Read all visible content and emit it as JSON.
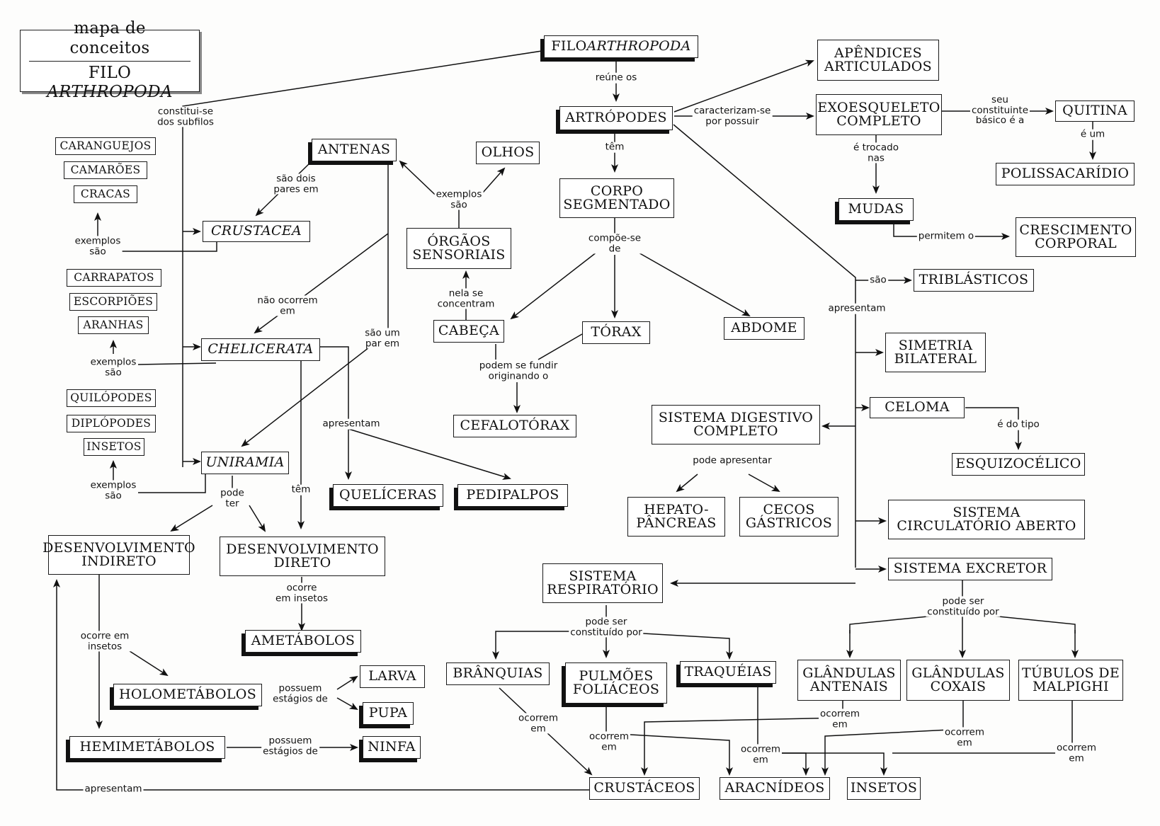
{
  "title": {
    "line1": "mapa de conceitos",
    "line2_prefix": "FILO ",
    "line2_italic": "ARTHROPODA"
  },
  "nodes": {
    "filo": {
      "prefix": "FILO ",
      "italic": "ARTHROPODA"
    },
    "artropodes": "ARTRÓPODES",
    "corpo": "CORPO\nSEGMENTADO",
    "apendices": "APÊNDICES\nARTICULADOS",
    "exoesqueleto": "EXOESQUELETO\nCOMPLETO",
    "quitina": "QUITINA",
    "polissacaridio": "POLISSACARÍDIO",
    "mudas": "MUDAS",
    "crescimento": "CRESCIMENTO\nCORPORAL",
    "triblasticos": "TRIBLÁSTICOS",
    "simetria": "SIMETRIA\nBILATERAL",
    "celoma": "CELOMA",
    "esquizocelico": "ESQUIZOCÉLICO",
    "sist_digestivo": "SISTEMA DIGESTIVO\nCOMPLETO",
    "hepato": "HEPATO-\nPÂNCREAS",
    "cecos": "CECOS\nGÁSTRICOS",
    "sist_circulatorio": "SISTEMA\nCIRCULATÓRIO ABERTO",
    "sist_excretor": "SISTEMA EXCRETOR",
    "sist_respiratorio": "SISTEMA\nRESPIRATÓRIO",
    "branquias": "BRÂNQUIAS",
    "pulmoes": "PULMÕES\nFOLIÁCEOS",
    "traqueias": "TRAQUÉIAS",
    "gland_antenais": "GLÂNDULAS\nANTENAIS",
    "gland_coxais": "GLÂNDULAS\nCOXAIS",
    "tubulos": "TÚBULOS DE\nMALPIGHI",
    "crustaceos": "CRUSTÁCEOS",
    "aracnideos": "ARACNÍDEOS",
    "insetos_grp": "INSETOS",
    "antenas": "ANTENAS",
    "olhos": "OLHOS",
    "orgaos": "ÓRGÃOS\nSENSORIAIS",
    "cabeca": "CABEÇA",
    "torax": "TÓRAX",
    "abdome": "ABDOME",
    "cefalotorax": "CEFALOTÓRAX",
    "crustacea": "CRUSTACEA",
    "chelicerata": "CHELICERATA",
    "uniramia": "UNIRAMIA",
    "queliceras": "QUELÍCERAS",
    "pedipalpos": "PEDIPALPOS",
    "desenv_indireto": "DESENVOLVIMENTO\nINDIRETO",
    "desenv_direto": "DESENVOLVIMENTO\nDIRETO",
    "ametabolos": "AMETÁBOLOS",
    "holometabolos": "HOLOMETÁBOLOS",
    "hemimetabolos": "HEMIMETÁBOLOS",
    "larva": "LARVA",
    "pupa": "PUPA",
    "ninfa": "NINFA",
    "caranguejos": "CARANGUEJOS",
    "camaroes": "CAMARÕES",
    "cracas": "CRACAS",
    "carrapatos": "CARRAPATOS",
    "escorpioes": "ESCORPIÕES",
    "aranhas": "ARANHAS",
    "quilopodes": "QUILÓPODES",
    "diplopodes": "DIPLÓPODES",
    "insetos_ex": "INSETOS"
  },
  "labels": {
    "reune_os": "reúne os",
    "tem": "têm",
    "caracterizam": "caracterizam-se\npor possuir",
    "constituinte": "seu\nconstituinte\nbásico é a",
    "e_um": "é um",
    "e_trocado": "é trocado\nnas",
    "permitem": "permitem o",
    "sao": "são",
    "apresentam_r": "apresentam",
    "e_do_tipo": "é do tipo",
    "pode_apresentar": "pode apresentar",
    "pode_ser_exc": "pode ser\nconstituído por",
    "pode_ser_resp": "pode ser\nconstituído por",
    "ocorrem_branq": "ocorrem\nem",
    "ocorrem_pulm": "ocorrem\nem",
    "ocorrem_traq": "ocorrem\nem",
    "ocorrem_gant": "ocorrem\nem",
    "ocorrem_gcox": "ocorrem\nem",
    "ocorrem_tub": "ocorrem\nem",
    "compoe": "compõe-se\nde",
    "exemplos_org": "exemplos\nsão",
    "nela": "nela se\nconcentram",
    "fundir": "podem se fundir\noriginando o",
    "constitui": "constitui-se\ndos subfilos",
    "dois_pares": "são dois\npares em",
    "nao_ocorrem": "não ocorrem\nem",
    "um_par": "são um\npar em",
    "apresentam_ch": "apresentam",
    "tem_ch": "têm",
    "pode_ter": "pode\nter",
    "ex_crust": "exemplos\nsão",
    "ex_chel": "exemplos\nsão",
    "ex_unir": "exemplos\nsão",
    "ocorre_insetos_d": "ocorre\nem insetos",
    "ocorre_insetos_i": "ocorre em\ninsetos",
    "possuem_holo": "possuem\nestágios de",
    "possuem_hemi": "possuem\nestágios de",
    "apresentam_bottom": "apresentam"
  }
}
